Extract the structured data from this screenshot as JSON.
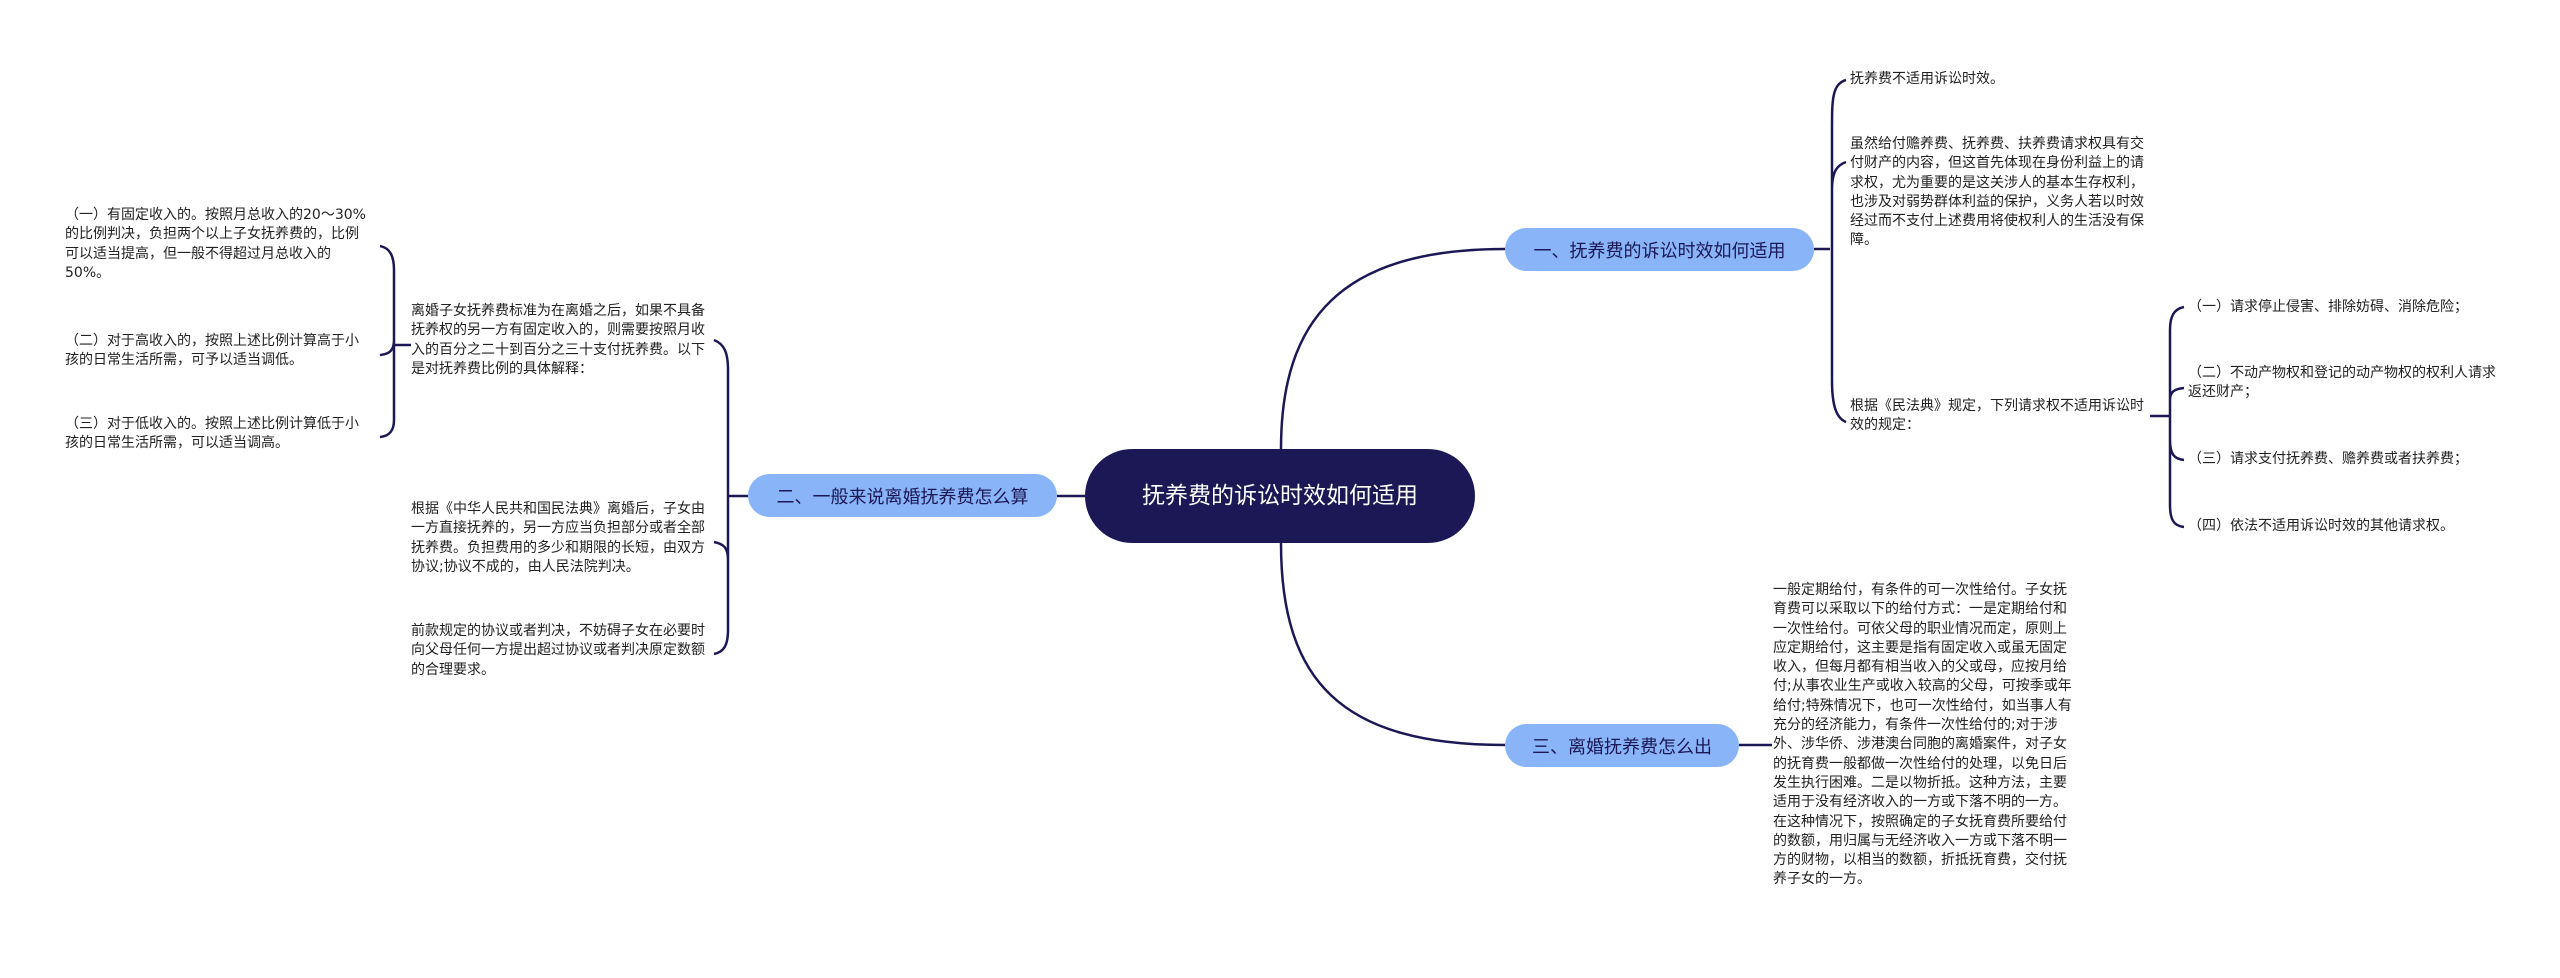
{
  "root": {
    "title": "抚养费的诉讼时效如何适用"
  },
  "branches": [
    {
      "label": "一、抚养费的诉讼时效如何适用",
      "leaves": [
        "抚养费不适用诉讼时效。",
        "虽然给付赡养费、抚养费、扶养费请求权具有交付财产的内容，但这首先体现在身份利益上的请求权，尤为重要的是这关涉人的基本生存权利，也涉及对弱势群体利益的保护，义务人若以时效经过而不支付上述费用将使权利人的生活没有保障。",
        "根据《民法典》规定，下列请求权不适用诉讼时效的规定："
      ],
      "sub_items": [
        "（一）请求停止侵害、排除妨碍、消除危险；",
        "（二）不动产物权和登记的动产物权的权利人请求返还财产；",
        "（三）请求支付抚养费、赡养费或者扶养费；",
        "（四）依法不适用诉讼时效的其他请求权。"
      ]
    },
    {
      "label": "二、一般来说离婚抚养费怎么算",
      "leaves": [
        "离婚子女抚养费标准为在离婚之后，如果不具备抚养权的另一方有固定收入的，则需要按照月收入的百分之二十到百分之三十支付抚养费。以下是对抚养费比例的具体解释：",
        "根据《中华人民共和国民法典》离婚后，子女由一方直接抚养的，另一方应当负担部分或者全部抚养费。负担费用的多少和期限的长短，由双方协议;协议不成的，由人民法院判决。",
        "前款规定的协议或者判决，不妨碍子女在必要时向父母任何一方提出超过协议或者判决原定数额的合理要求。"
      ],
      "sub_items": [
        "（一）有固定收入的。按照月总收入的20～30%的比例判决，负担两个以上子女抚养费的，比例可以适当提高，但一般不得超过月总收入的50%。",
        "（二）对于高收入的，按照上述比例计算高于小孩的日常生活所需，可予以适当调低。",
        "（三）对于低收入的。按照上述比例计算低于小孩的日常生活所需，可以适当调高。"
      ]
    },
    {
      "label": "三、离婚抚养费怎么出",
      "leaves": [
        "一般定期给付，有条件的可一次性给付。子女抚育费可以采取以下的给付方式：一是定期给付和一次性给付。可依父母的职业情况而定，原则上应定期给付，这主要是指有固定收入或虽无固定收入，但每月都有相当收入的父或母，应按月给付;从事农业生产或收入较高的父母，可按季或年给付;特殊情况下，也可一次性给付，如当事人有充分的经济能力，有条件一次性给付的;对于涉外、涉华侨、涉港澳台同胞的离婚案件，对子女的抚育费一般都做一次性给付的处理，以免日后发生执行困难。二是以物折抵。这种方法，主要适用于没有经济收入的一方或下落不明的一方。在这种情况下，按照确定的子女抚育费所要给付的数额，用归属与无经济收入一方或下落不明一方的财物，以相当的数额，折抵抚育费，交付抚养子女的一方。"
      ]
    }
  ],
  "colors": {
    "root": "#1b1855",
    "branch": "#8ab4f8",
    "line": "#1b1855"
  }
}
